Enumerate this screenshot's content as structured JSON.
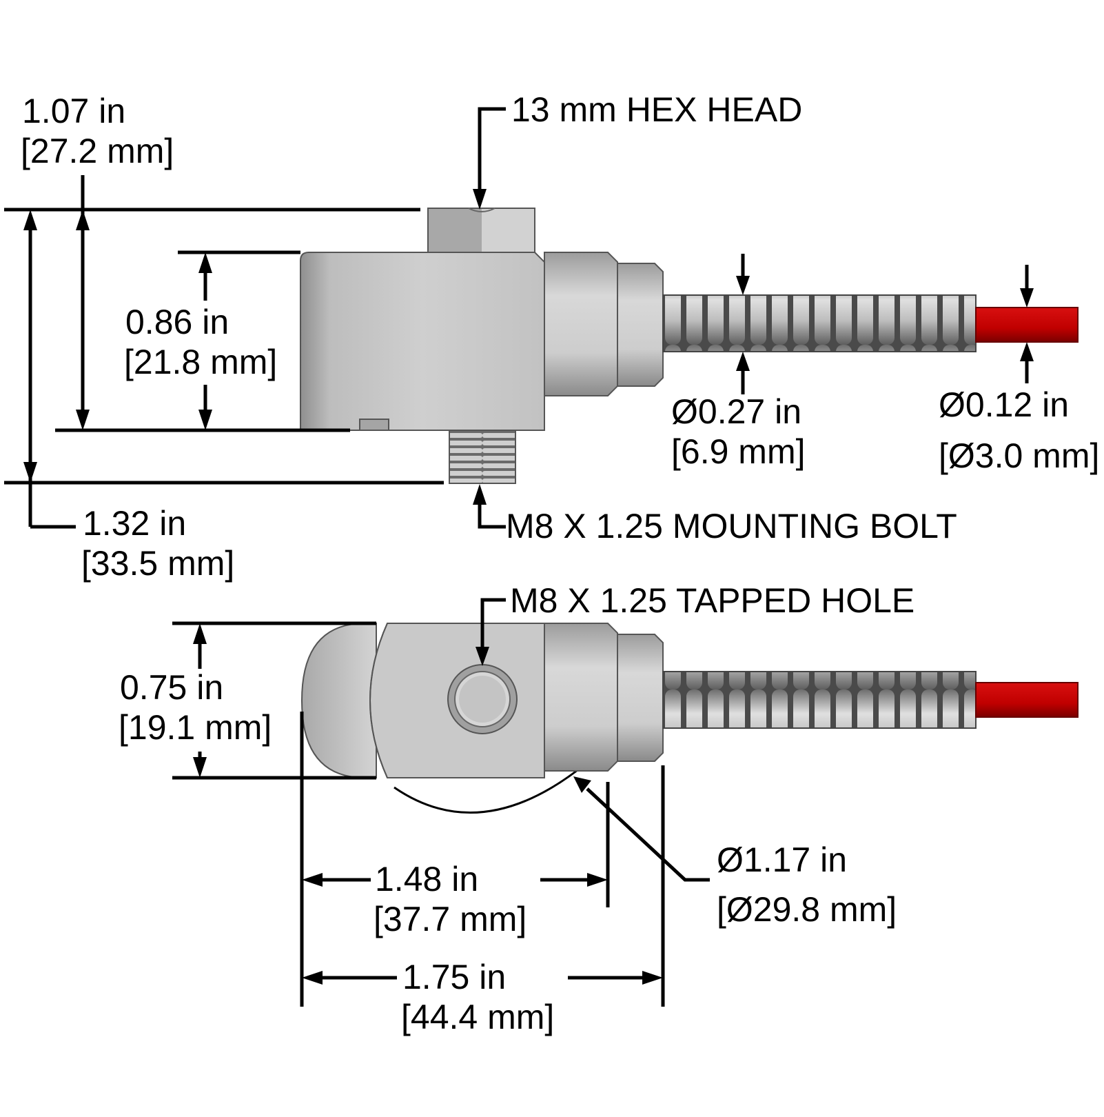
{
  "labels": {
    "hex_head": "13 mm HEX HEAD",
    "h1_in": "1.07 in",
    "h1_mm": "[27.2 mm]",
    "h2_in": "0.86 in",
    "h2_mm": "[21.8 mm]",
    "h3_in": "1.32 in",
    "h3_mm": "[33.5 mm]",
    "cable_dia_in": "Ø0.27 in",
    "cable_dia_mm": "[6.9 mm]",
    "wire_dia_in": "Ø0.12 in",
    "wire_dia_mm": "[Ø3.0 mm]",
    "mount_bolt": "M8 X 1.25 MOUNTING BOLT",
    "tapped_hole": "M8 X 1.25 TAPPED HOLE",
    "w1_in": "0.75 in",
    "w1_mm": "[19.1 mm]",
    "sweep_dia_in": "Ø1.17 in",
    "sweep_dia_mm": "[Ø29.8 mm]",
    "len1_in": "1.48 in",
    "len1_mm": "[37.7 mm]",
    "len2_in": "1.75 in",
    "len2_mm": "[44.4 mm]"
  },
  "colors": {
    "body_gray": "#c6c6c6",
    "hex_gray": "#b0b0b0",
    "cable_red": "#c40000",
    "line": "#000000"
  }
}
